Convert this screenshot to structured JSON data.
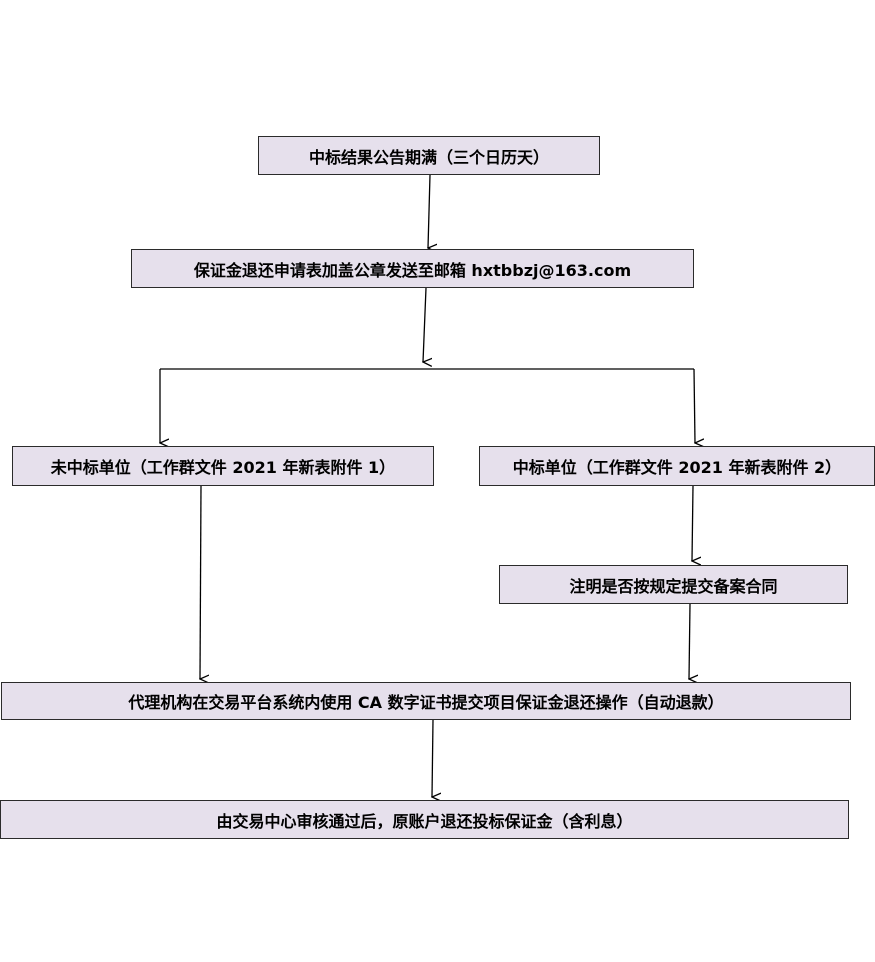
{
  "flowchart": {
    "step_announcement": "中标结果公告期满（三个日历天）",
    "step_apply": "保证金退还申请表加盖公章发送至邮箱 hxtbbzj@163.com",
    "branch_unsuccessful": "未中标单位（工作群文件 2021 年新表附件 1）",
    "branch_successful": "中标单位（工作群文件 2021 年新表附件 2）",
    "step_contract_note": "注明是否按规定提交备案合同",
    "step_agency_operation": "代理机构在交易平台系统内使用 CA 数字证书提交项目保证金退还操作（自动退款）",
    "step_refund": "由交易中心审核通过后，原账户退还投标保证金（含利息）"
  },
  "colors": {
    "box_fill": "#e6e0ec",
    "box_border": "#2b2b2b",
    "line": "#000000"
  }
}
